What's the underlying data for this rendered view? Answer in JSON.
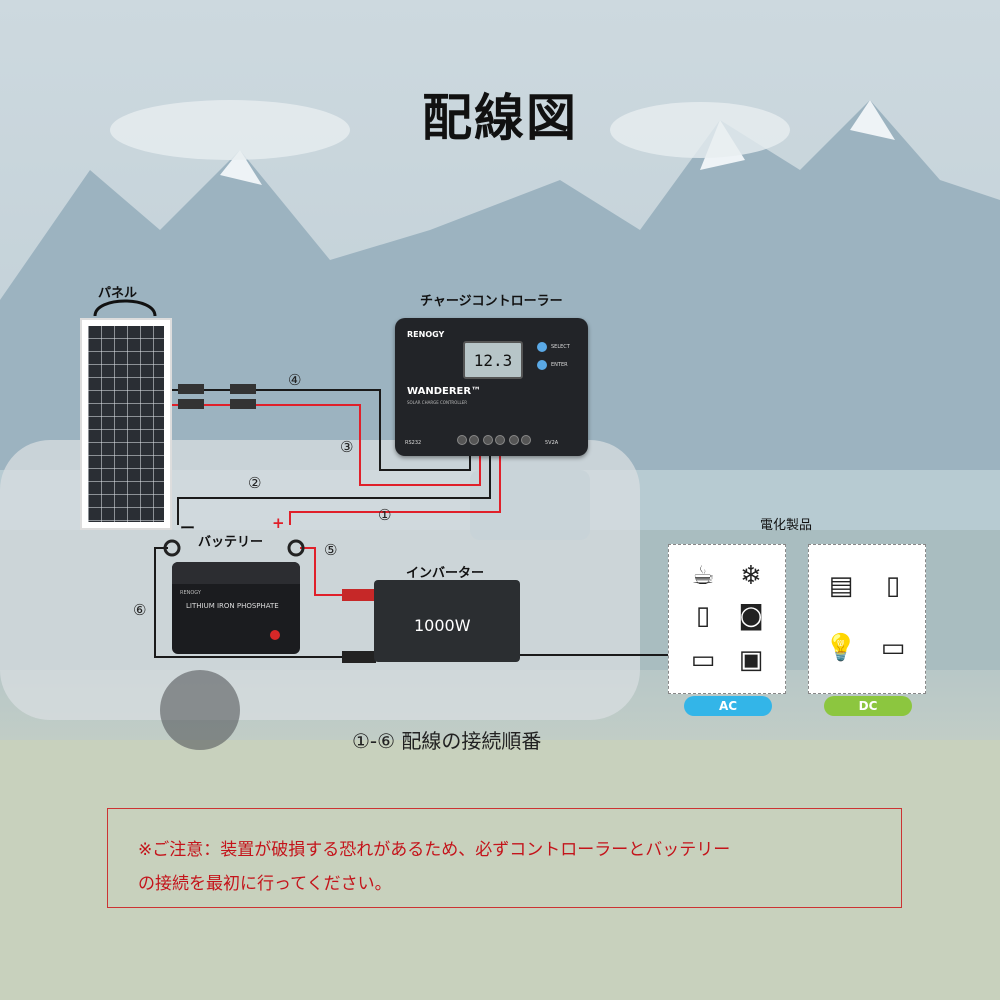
{
  "title": "配線図",
  "labels": {
    "panel": "パネル",
    "controller": "チャージコントローラー",
    "battery": "バッテリー",
    "inverter": "インバーター",
    "appliances": "電化製品"
  },
  "steps": [
    "①",
    "②",
    "③",
    "④",
    "⑤",
    "⑥"
  ],
  "polarity": {
    "minus": "ー",
    "plus": "+"
  },
  "controller": {
    "brand": "RENOGY",
    "display": "12.3",
    "select": "SELECT",
    "enter": "ENTER",
    "model": "WANDERER™",
    "subtitle": "SOLAR CHARGE CONTROLLER",
    "port_left": "RS232",
    "port_right": "5V2A"
  },
  "battery": {
    "brand": "RENOGY",
    "text": "LITHIUM IRON PHOSPHATE"
  },
  "inverter": {
    "text": "1000W"
  },
  "appliance_groups": [
    {
      "tag": "AC",
      "color": "#33b5e8",
      "icons": [
        "kettle-icon",
        "air-conditioner-icon",
        "smartphone-icon",
        "washing-machine-icon",
        "laptop-icon",
        "coffee-maker-icon"
      ]
    },
    {
      "tag": "DC",
      "color": "#8cc63f",
      "icons": [
        "microwave-icon",
        "refrigerator-icon",
        "light-bulb-icon",
        "television-icon"
      ]
    }
  ],
  "legend": "①-⑥ 配線の接続順番",
  "notice": {
    "line1": "※ご注意：装置が破損する恐れがあるため、必ずコントローラーとバッテリー",
    "line2": "の接続を最初に行ってください。"
  },
  "colors": {
    "positive_wire": "#e0202a",
    "negative_wire": "#1a1a1a",
    "notice_text": "#c4141b"
  }
}
